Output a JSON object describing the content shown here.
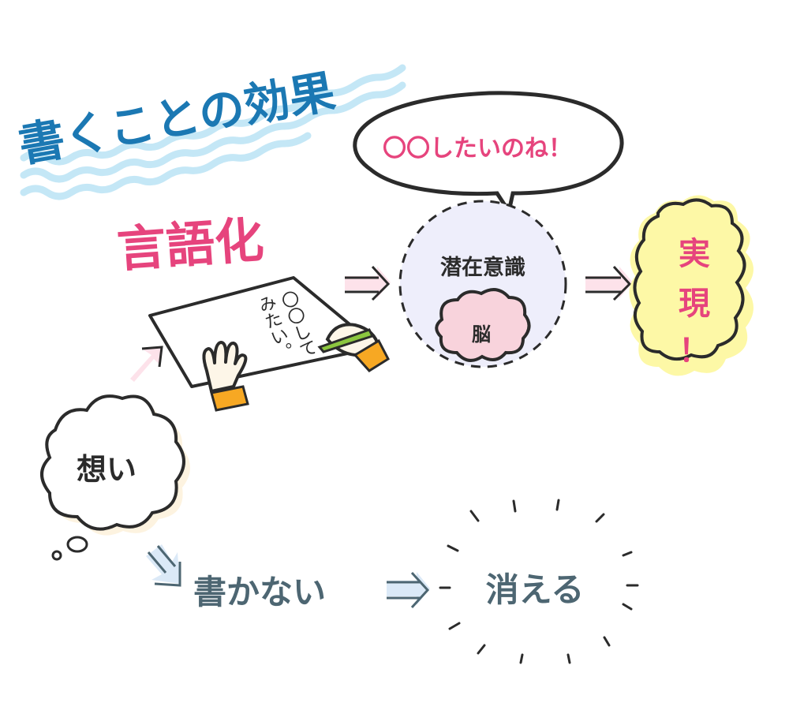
{
  "title": "書くことの効果",
  "speech_bubble": "〇〇したいのね！",
  "verbalize": "言語化",
  "paper": {
    "line1": "〇〇して",
    "line2": "みたい。"
  },
  "subconscious": "潜在意識",
  "brain": "脳",
  "realize": {
    "line1": "実",
    "line2": "現",
    "line3": "！"
  },
  "thought": "想い",
  "not_writing": "書かない",
  "disappear": "消える",
  "colors": {
    "title": "#1b78b3",
    "wave": "#c4e7f6",
    "pink": "#e6447d",
    "slate": "#4d6672",
    "subconscious_fill": "#eeeefb",
    "brain_fill": "#f8d3dc",
    "realize_fill": "#fdf8a6",
    "pink_arrow": "#fde2ea",
    "blue_arrow": "#dbe9f7",
    "sleeve": "#f7a823",
    "pen": "#8cc63f"
  }
}
